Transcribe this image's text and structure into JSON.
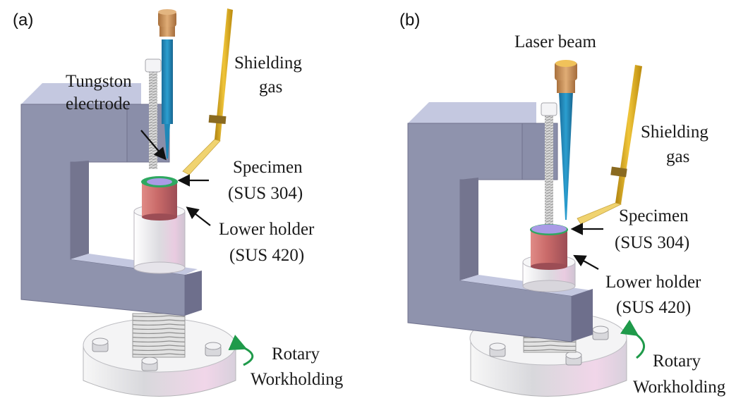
{
  "figure": {
    "panels": [
      {
        "id": "a",
        "label": "(a)",
        "source": "Tungsten electrode (TIG torch)",
        "labels": {
          "electrode_line1": "Tungston",
          "electrode_line2": "electrode",
          "gas_line1": "Shielding",
          "gas_line2": "gas",
          "specimen_line1": "Specimen",
          "specimen_line2": "(SUS 304)",
          "holder_line1": "Lower holder",
          "holder_line2": "(SUS 420)",
          "rotary_line1": "Rotary",
          "rotary_line2": "Workholding"
        }
      },
      {
        "id": "b",
        "label": "(b)",
        "source": "Laser beam",
        "labels": {
          "laser": "Laser beam",
          "gas_line1": "Shielding",
          "gas_line2": "gas",
          "specimen_line1": "Specimen",
          "specimen_line2": "(SUS 304)",
          "holder_line1": "Lower holder",
          "holder_line2": "(SUS 420)",
          "rotary_line1": "Rotary",
          "rotary_line2": "Workholding"
        }
      }
    ],
    "colors": {
      "frame": "#8f93ad",
      "frame_top": "#c4c8e0",
      "frame_shadow": "#6e6f8c",
      "specimen_body": "#c86a6a",
      "specimen_rim": "#2ea860",
      "specimen_top": "#a99be6",
      "torch_cap": "#c8935a",
      "torch_body": "#1e88b8",
      "gas_pipe": "#d9a520",
      "rotary_arrow": "#1f9a4a",
      "holder": "#efeff2",
      "base": "#f4f2f5"
    }
  }
}
